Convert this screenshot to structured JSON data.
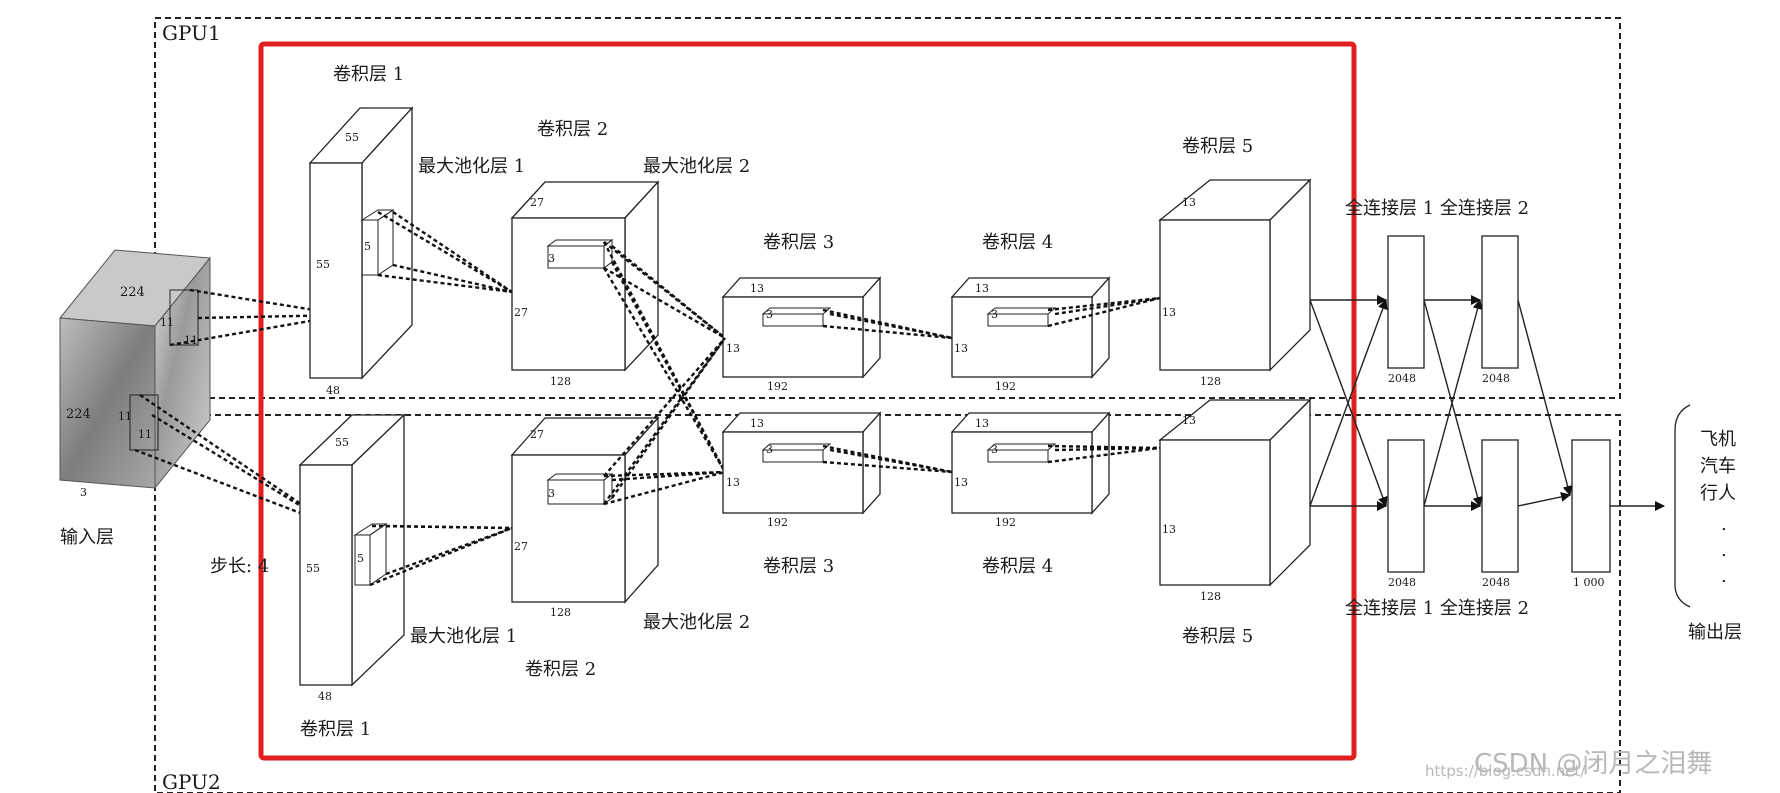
{
  "gpu_labels": {
    "gpu1": "GPU1",
    "gpu2": "GPU2"
  },
  "input": {
    "label": "输入层",
    "width": "224",
    "height": "224",
    "depth": "3",
    "kernel_a": "11",
    "kernel_b": "11",
    "kernel_c": "11",
    "kernel_d": "11",
    "stride": "步长: 4"
  },
  "top": {
    "conv1": {
      "label": "卷积层 1",
      "d1": "55",
      "d2": "55",
      "d3": "48",
      "k": "5"
    },
    "pool1": "最大池化层 1",
    "conv2": {
      "label": "卷积层 2",
      "d1": "27",
      "d2": "27",
      "d3": "128",
      "k": "3"
    },
    "pool2": "最大池化层 2",
    "conv3": {
      "label": "卷积层 3",
      "d1": "13",
      "d2": "13",
      "d3": "192",
      "k": "3"
    },
    "conv4": {
      "label": "卷积层 4",
      "d1": "13",
      "d2": "13",
      "d3": "192",
      "k": "3"
    },
    "conv5": {
      "label": "卷积层 5",
      "d1": "13",
      "d2": "13",
      "d3": "128"
    },
    "fc_labels": "全连接层 1 全连接层 2",
    "fc1": "2048",
    "fc2": "2048"
  },
  "bottom": {
    "conv1": {
      "label": "卷积层 1",
      "d1": "55",
      "d2": "55",
      "d3": "48",
      "k": "5"
    },
    "pool1": "最大池化层 1",
    "conv2": {
      "label": "卷积层 2",
      "d1": "27",
      "d2": "27",
      "d3": "128",
      "k": "3"
    },
    "pool2": "最大池化层 2",
    "conv3": {
      "label": "卷积层 3",
      "d1": "13",
      "d2": "13",
      "d3": "192",
      "k": "3"
    },
    "conv4": {
      "label": "卷积层 4",
      "d1": "13",
      "d2": "13",
      "d3": "192",
      "k": "3"
    },
    "conv5": {
      "label": "卷积层 5",
      "d1": "13",
      "d2": "13",
      "d3": "128"
    },
    "fc_labels": "全连接层 1 全连接层 2",
    "fc1": "2048",
    "fc2": "2048"
  },
  "output": {
    "fc3": "1 000",
    "label": "输出层",
    "classes": [
      "飞机",
      "汽车",
      "行人",
      ".",
      ".",
      "."
    ]
  },
  "watermark": {
    "ghost": "https://blog.csdn.net/",
    "main": "CSDN @闭月之泪舞"
  },
  "colors": {
    "highlight": "#e0201e",
    "line": "#222222",
    "cube_fill": "#ffffff",
    "input_fill": "#8a8a8a"
  }
}
